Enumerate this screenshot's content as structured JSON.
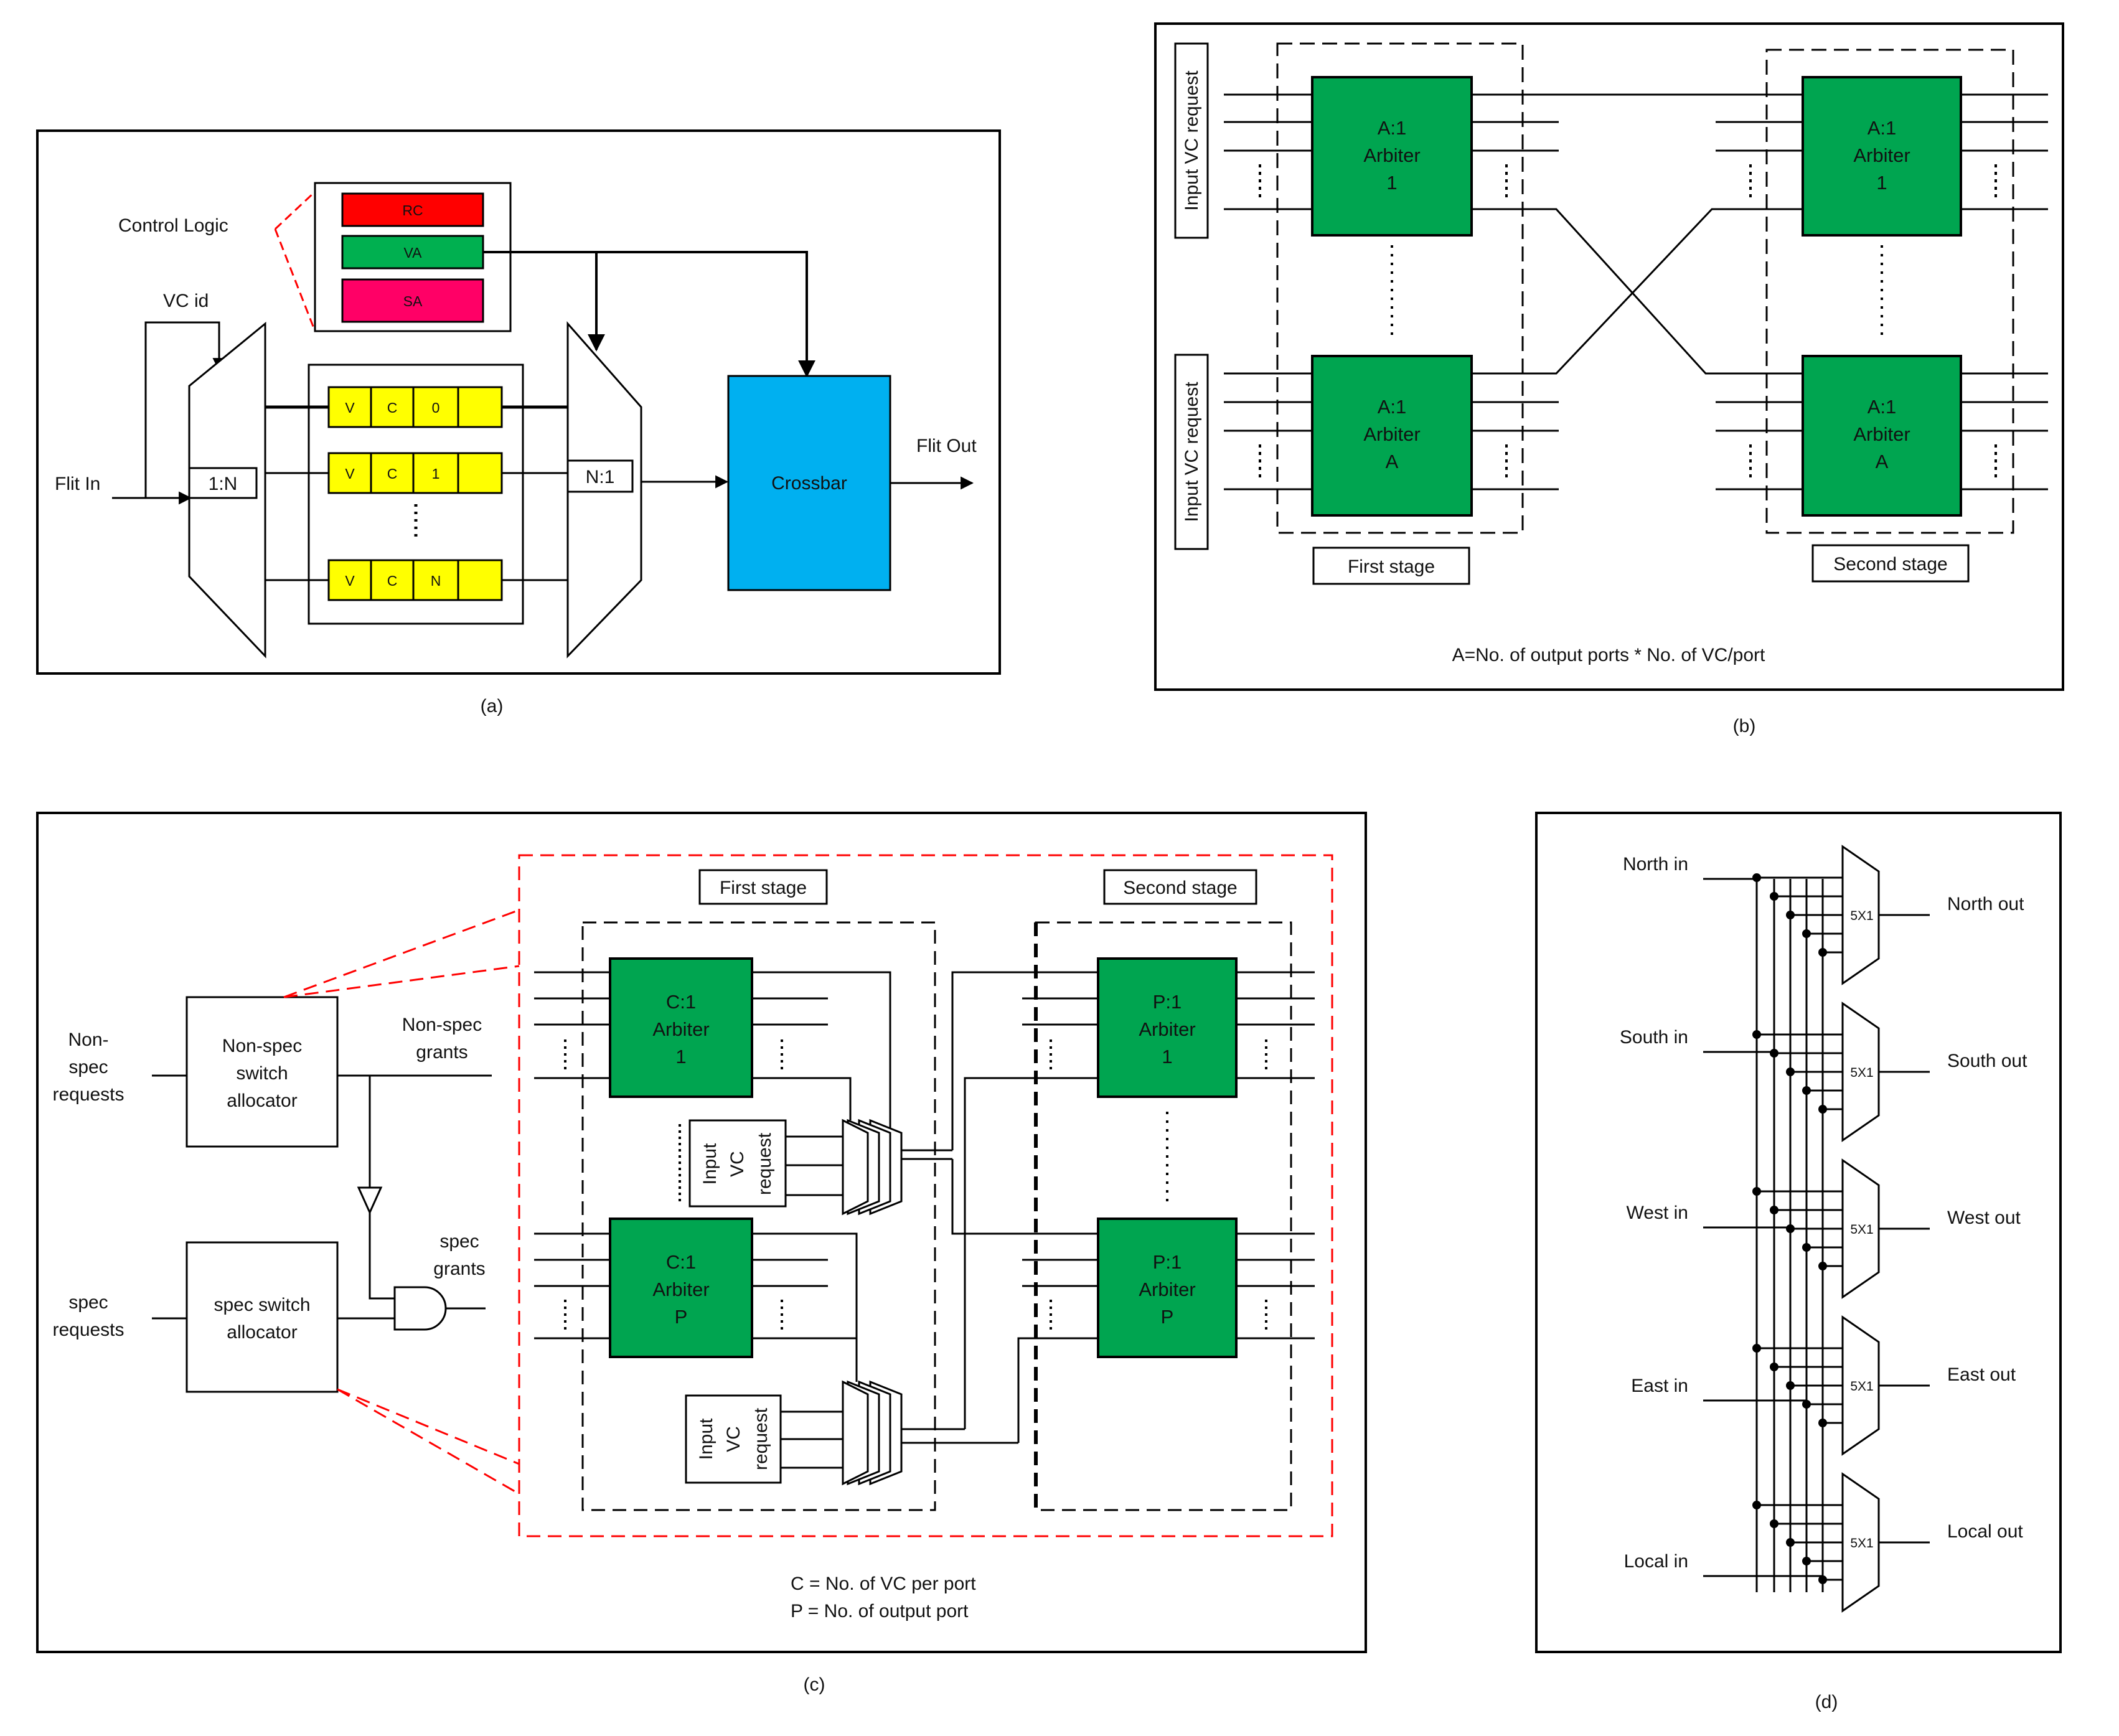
{
  "colors": {
    "red_block": "#ff0000",
    "green_block": "#00b050",
    "pink_block": "#ff0066",
    "yellow_buffer": "#ffff00",
    "crossbar_blue": "#00b0f0",
    "arbiter_green": "#00a550",
    "dashed_red": "#ff0000"
  },
  "panel_a": {
    "caption": "(a)",
    "control_logic": "Control Logic",
    "rc": "RC",
    "va": "VA",
    "sa": "SA",
    "vc_id": "VC id",
    "flit_in": "Flit In",
    "demux": "1:N",
    "mux": "N:1",
    "crossbar": "Crossbar",
    "flit_out": "Flit Out",
    "vc_rows": [
      {
        "c1": "V",
        "c2": "C",
        "c3": "0"
      },
      {
        "c1": "V",
        "c2": "C",
        "c3": "1"
      },
      {
        "c1": "V",
        "c2": "C",
        "c3": "N"
      }
    ]
  },
  "panel_b": {
    "caption": "(b)",
    "input_vc_request": "Input VC request",
    "arb_top_left": {
      "l1": "A:1",
      "l2": "Arbiter",
      "l3": "1"
    },
    "arb_bot_left": {
      "l1": "A:1",
      "l2": "Arbiter",
      "l3": "A"
    },
    "arb_top_right": {
      "l1": "A:1",
      "l2": "Arbiter",
      "l3": "1"
    },
    "arb_bot_right": {
      "l1": "A:1",
      "l2": "Arbiter",
      "l3": "A"
    },
    "first_stage": "First stage",
    "second_stage": "Second stage",
    "formula": "A=No. of output ports * No. of VC/port"
  },
  "panel_c": {
    "caption": "(c)",
    "nonspec_requests": [
      "Non-",
      "spec",
      "requests"
    ],
    "nonspec_allocator": [
      "Non-spec",
      "switch",
      "allocator"
    ],
    "nonspec_grants": [
      "Non-spec",
      "grants"
    ],
    "spec_requests": [
      "spec",
      "requests"
    ],
    "spec_allocator": [
      "spec switch",
      "allocator"
    ],
    "spec_grants": [
      "spec",
      "grants"
    ],
    "first_stage": "First stage",
    "second_stage": "Second stage",
    "arb_c1": {
      "l1": "C:1",
      "l2": "Arbiter",
      "l3": "1"
    },
    "arb_cp": {
      "l1": "C:1",
      "l2": "Arbiter",
      "l3": "P"
    },
    "arb_p1": {
      "l1": "P:1",
      "l2": "Arbiter",
      "l3": "1"
    },
    "arb_pp": {
      "l1": "P:1",
      "l2": "Arbiter",
      "l3": "P"
    },
    "input_vc_request": [
      "Input",
      "VC",
      "request"
    ],
    "legend_c": "C = No. of VC per port",
    "legend_p": "P =  No. of output port"
  },
  "panel_d": {
    "caption": "(d)",
    "mux_label": "5X1",
    "inputs": [
      "North in",
      "South in",
      "West in",
      "East in",
      "Local in"
    ],
    "outputs": [
      "North out",
      "South out",
      "West out",
      "East out",
      "Local out"
    ]
  }
}
